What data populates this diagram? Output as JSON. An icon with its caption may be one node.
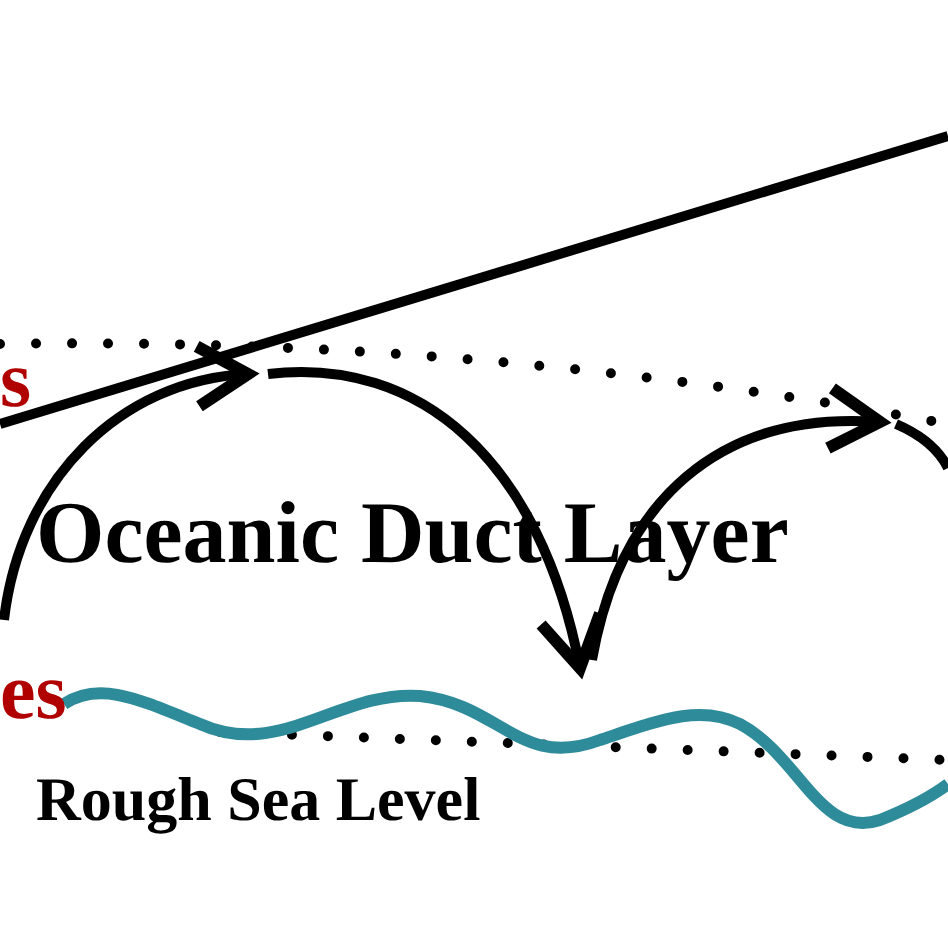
{
  "diagram": {
    "labels": [
      "s",
      "Oceanic Duct Layer",
      "es",
      "Rough Sea Level"
    ]
  }
}
